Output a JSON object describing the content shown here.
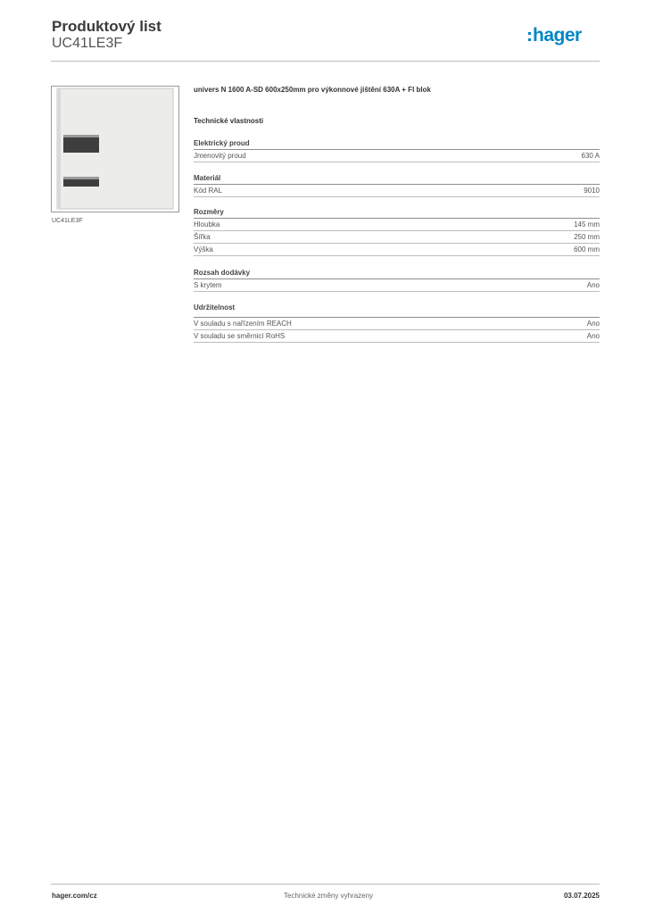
{
  "header": {
    "title": "Produktový list",
    "subtitle": "UC41LE3F",
    "logo_text": "hager",
    "brand_color": "#0086c8"
  },
  "product": {
    "image_caption": "UC41LE3F",
    "description": "univers N 1600 A-SD 600x250mm pro výkonnové jištění 630A + FI blok"
  },
  "specs": {
    "title": "Technické vlastnosti",
    "groups": [
      {
        "title": "Elektrický proud",
        "rows": [
          {
            "label": "Jmenovitý proud",
            "value": "630 A"
          }
        ]
      },
      {
        "title": "Materiál",
        "rows": [
          {
            "label": "Kód RAL",
            "value": "9010"
          }
        ]
      },
      {
        "title": "Rozměry",
        "rows": [
          {
            "label": "Hloubka",
            "value": "145 mm"
          },
          {
            "label": "Šířka",
            "value": "250 mm"
          },
          {
            "label": "Výška",
            "value": "600 mm"
          }
        ]
      },
      {
        "title": "Rozsah dodávky",
        "rows": [
          {
            "label": "S krytem",
            "value": "Ano"
          }
        ]
      },
      {
        "title": "Udržitelnost",
        "rows": [
          {
            "label": "V souladu s nařízením REACH",
            "value": "Ano"
          },
          {
            "label": "V souladu se směrnicí RoHS",
            "value": "Ano"
          }
        ]
      }
    ]
  },
  "footer": {
    "website": "hager.com/cz",
    "notice": "Technické změny vyhrazeny",
    "date": "03.07.2025"
  }
}
